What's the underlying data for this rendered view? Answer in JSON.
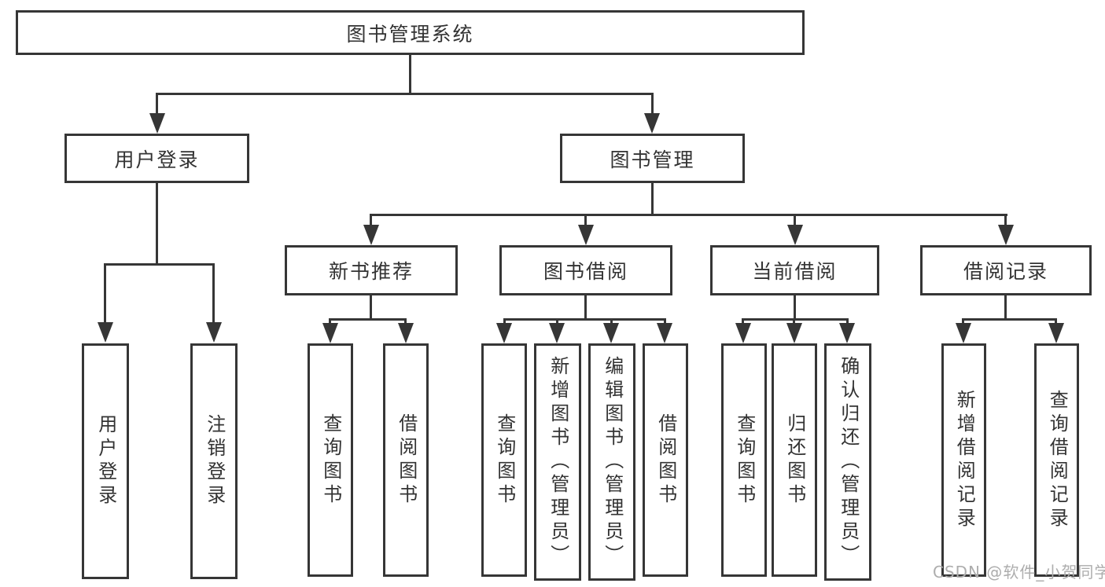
{
  "tree": {
    "root": "图书管理系统",
    "branches": [
      {
        "label": "用户登录",
        "children": [
          {
            "label": "用户登录"
          },
          {
            "label": "注销登录"
          }
        ]
      },
      {
        "label": "图书管理",
        "children": [
          {
            "label": "新书推荐",
            "children": [
              {
                "label": "查询图书"
              },
              {
                "label": "借阅图书"
              }
            ]
          },
          {
            "label": "图书借阅",
            "children": [
              {
                "label": "查询图书"
              },
              {
                "label": "新增图书（管理员）"
              },
              {
                "label": "编辑图书（管理员）"
              },
              {
                "label": "借阅图书"
              }
            ]
          },
          {
            "label": "当前借阅",
            "children": [
              {
                "label": "查询图书"
              },
              {
                "label": "归还图书"
              },
              {
                "label": "确认归还（管理员）"
              }
            ]
          },
          {
            "label": "借阅记录",
            "children": [
              {
                "label": "新增借阅记录"
              },
              {
                "label": "查询借阅记录"
              }
            ]
          }
        ]
      }
    ]
  },
  "watermark": "CSDN @软件_小贺同学",
  "colors": {
    "line": "#363636",
    "text": "#333333",
    "watermark": "#adadad",
    "background": "#ffffff"
  }
}
